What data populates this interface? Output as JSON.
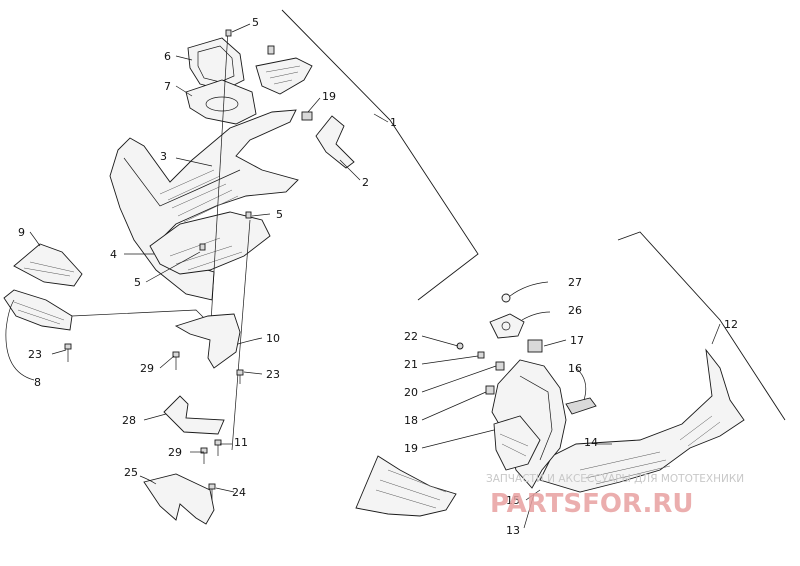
{
  "callouts": [
    {
      "id": "c5a",
      "text": "5"
    },
    {
      "id": "c6",
      "text": "6"
    },
    {
      "id": "c7",
      "text": "7"
    },
    {
      "id": "c19a",
      "text": "19"
    },
    {
      "id": "c1",
      "text": "1"
    },
    {
      "id": "c3",
      "text": "3"
    },
    {
      "id": "c2",
      "text": "2"
    },
    {
      "id": "c5b",
      "text": "5"
    },
    {
      "id": "c4",
      "text": "4"
    },
    {
      "id": "c5c",
      "text": "5"
    },
    {
      "id": "c9",
      "text": "9"
    },
    {
      "id": "c10",
      "text": "10"
    },
    {
      "id": "c23a",
      "text": "23"
    },
    {
      "id": "c8",
      "text": "8"
    },
    {
      "id": "c29a",
      "text": "29"
    },
    {
      "id": "c23b",
      "text": "23"
    },
    {
      "id": "c28",
      "text": "28"
    },
    {
      "id": "c29b",
      "text": "29"
    },
    {
      "id": "c11",
      "text": "11"
    },
    {
      "id": "c25",
      "text": "25"
    },
    {
      "id": "c24",
      "text": "24"
    },
    {
      "id": "c27",
      "text": "27"
    },
    {
      "id": "c12",
      "text": "12"
    },
    {
      "id": "c26",
      "text": "26"
    },
    {
      "id": "c22",
      "text": "22"
    },
    {
      "id": "c17",
      "text": "17"
    },
    {
      "id": "c21",
      "text": "21"
    },
    {
      "id": "c16",
      "text": "16"
    },
    {
      "id": "c20",
      "text": "20"
    },
    {
      "id": "c18",
      "text": "18"
    },
    {
      "id": "c14",
      "text": "14"
    },
    {
      "id": "c19b",
      "text": "19"
    },
    {
      "id": "c15",
      "text": "15"
    },
    {
      "id": "c13",
      "text": "13"
    }
  ],
  "watermark": {
    "tagline": "ЗАПЧАСТИ И АКСЕССУАРЫ ДЛЯ МОТОТЕХНИКИ",
    "brand": "PARTSFOR.RU"
  },
  "colors": {
    "line": "#1a1a1a",
    "watermark_red": "#e8a0a0",
    "watermark_gray": "#c8c8c8"
  }
}
